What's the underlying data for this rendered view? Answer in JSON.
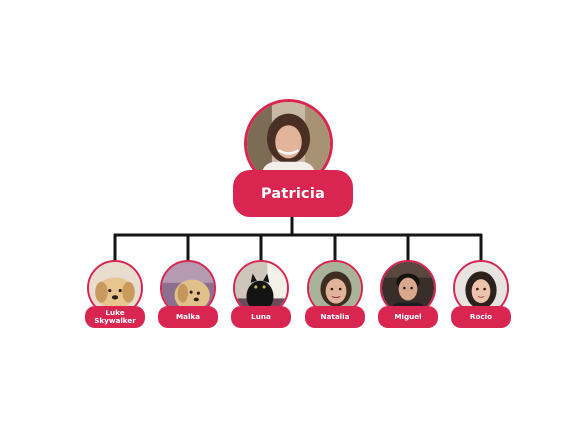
{
  "colors": {
    "accent": "#d92650",
    "connector": "#141414",
    "background": "#ffffff",
    "text_on_accent": "#ffffff"
  },
  "root": {
    "name": "Patricia",
    "photo": "woman-portrait-photo"
  },
  "children": [
    {
      "name": "Luke\nSkywalker",
      "photo": "golden-retriever-puppy-photo"
    },
    {
      "name": "Malka",
      "photo": "golden-dog-photo"
    },
    {
      "name": "Luna",
      "photo": "black-cat-photo"
    },
    {
      "name": "Natalia",
      "photo": "young-woman-selfie-photo"
    },
    {
      "name": "Miguel",
      "photo": "young-man-portrait-photo"
    },
    {
      "name": "Rocio",
      "photo": "young-woman-portrait-photo"
    }
  ]
}
